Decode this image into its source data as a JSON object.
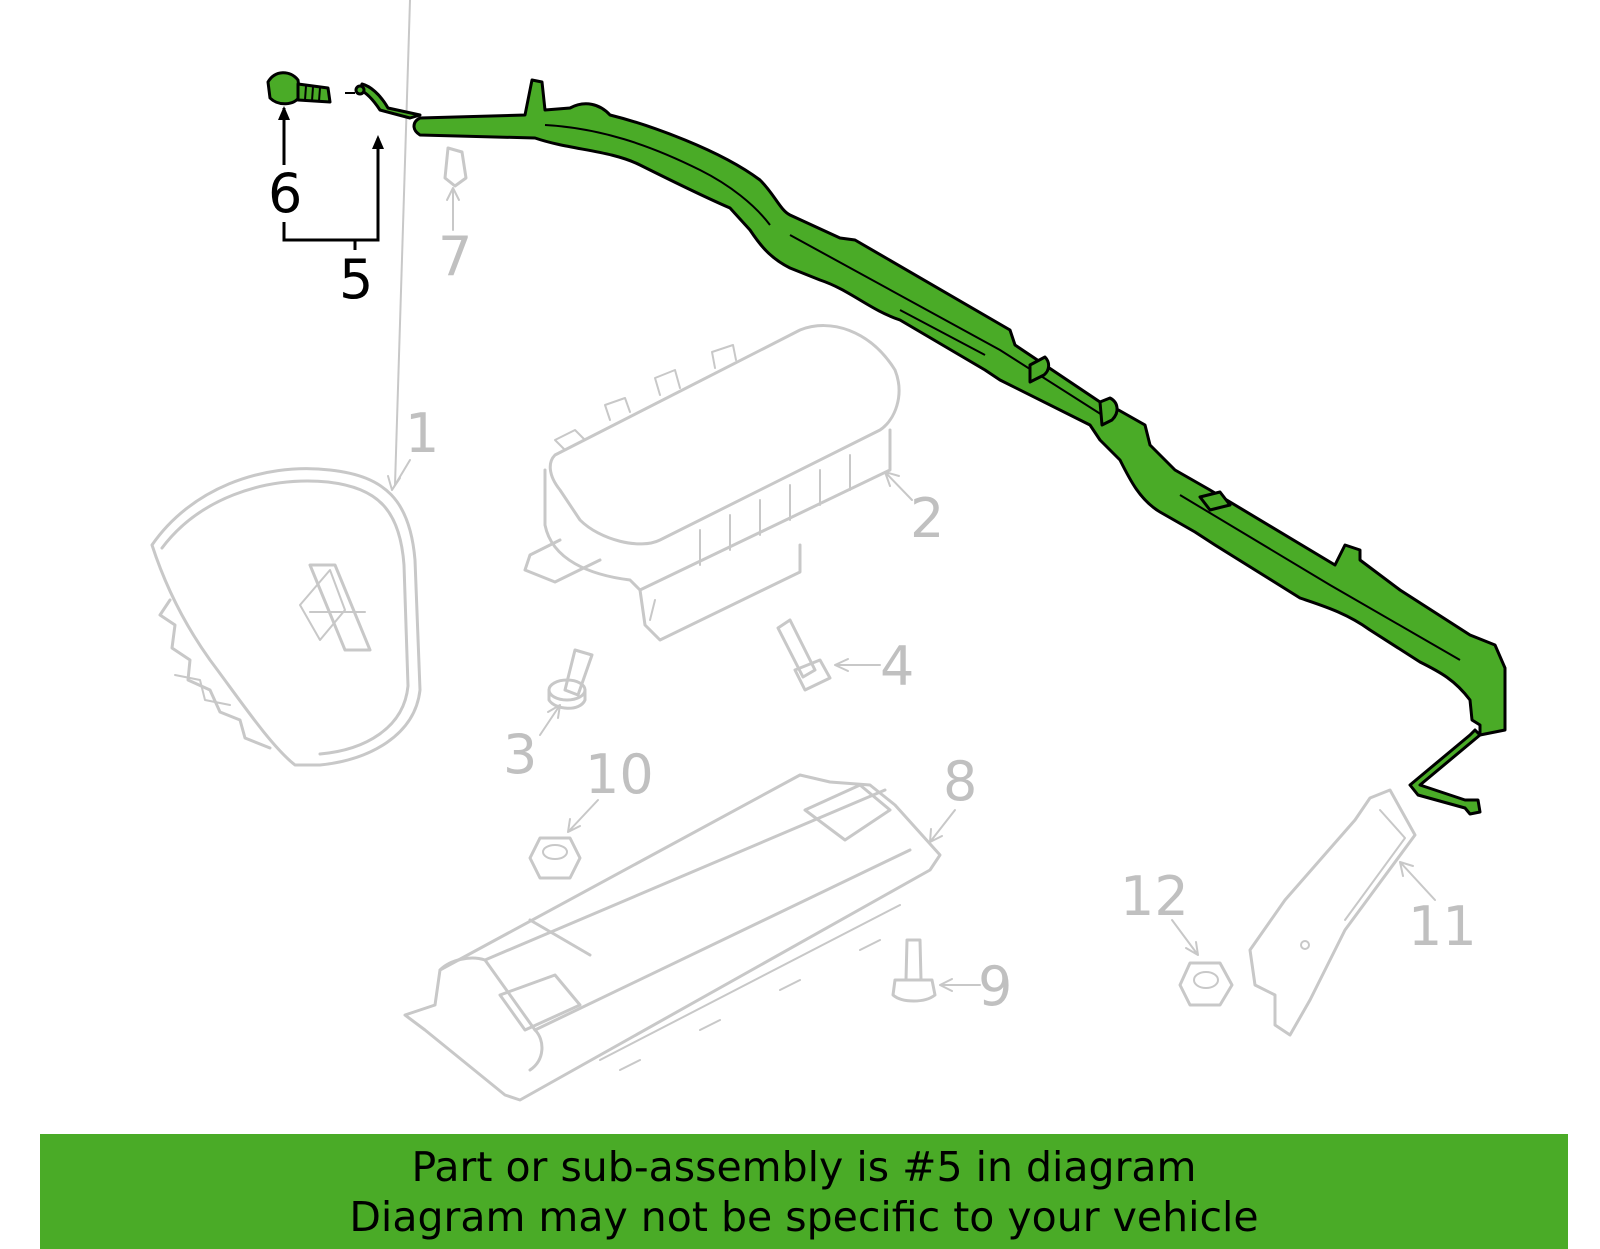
{
  "colors": {
    "highlight": "#4aab27",
    "ghost_parts": "#c8c8c8",
    "ghost_labels": "#c0c0c0",
    "banner_bg": "#4aab27",
    "callout_black": "#000000"
  },
  "callouts": {
    "c1": "1",
    "c2": "2",
    "c3": "3",
    "c4": "4",
    "c5": "5",
    "c6": "6",
    "c7": "7",
    "c8": "8",
    "c9": "9",
    "c10": "10",
    "c11": "11",
    "c12": "12"
  },
  "banner": {
    "line1": "Part or sub-assembly is #5 in diagram",
    "line2": "Diagram may not be specific to your vehicle"
  }
}
